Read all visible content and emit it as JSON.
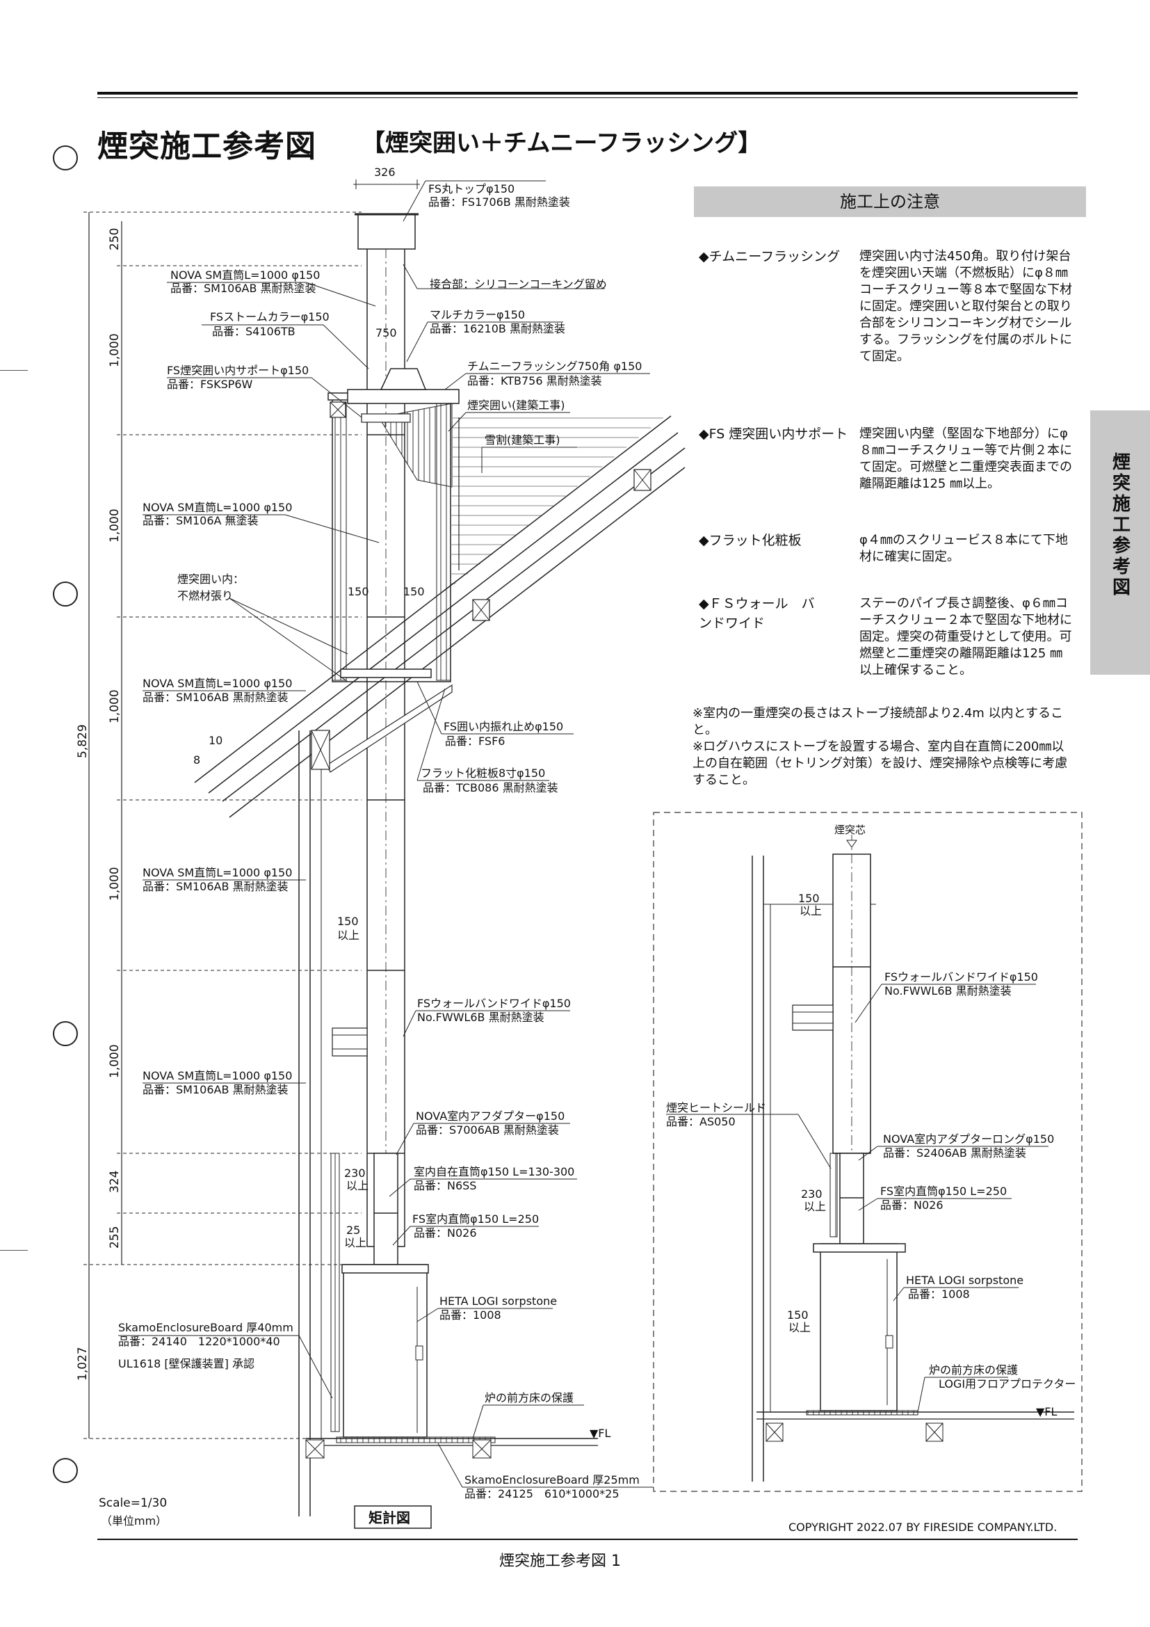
{
  "header": {
    "title": "煙突施工参考図",
    "subtitle": "【煙突囲い＋チムニーフラッシング】"
  },
  "side_tab": "煙突施工参考図",
  "notes": {
    "heading": "施工上の注意",
    "items": [
      {
        "label": "◆チムニーフラッシング",
        "text": "煙突囲い内寸法450角。取り付け架台を煙突囲い天端（不燃板貼）にφ８㎜コーチスクリュー等８本で堅固な下材に固定。煙突囲いと取付架台との取り合部をシリコンコーキング材でシールする。フラッシングを付属のボルトにて固定。"
      },
      {
        "label": "◆FS 煙突囲い内サポート",
        "text": "煙突囲い内壁（堅固な下地部分）にφ８㎜コーチスクリュー等で片側２本にて固定。可燃壁と二重煙突表面までの離隔距離は125 ㎜以上。"
      },
      {
        "label": "◆フラット化粧板",
        "text": "φ４㎜のスクリュービス８本にて下地材に確実に固定。"
      },
      {
        "label": "◆ＦＳウォール　バンドワイド",
        "text": "ステーのパイプ長さ調整後、φ６㎜コーチスクリュー２本で堅固な下地材に固定。煙突の荷重受けとして使用。可燃壁と二重煙突の離隔距離は125 ㎜以上確保すること。"
      }
    ],
    "remarks": [
      "※室内の一重煙突の長さはストーブ接続部より2.4m 以内とすること。",
      "※ログハウスにストーブを設置する場合、室内自在直筒に200㎜以上の自在範囲（セトリング対策）を設け、煙突掃除や点検等に考慮すること。"
    ]
  },
  "main_labels": {
    "dim_top": "326",
    "fs_top": "FS丸トップφ150",
    "fs_top_no": "品番：FS1706B 黒耐熱塗装",
    "joint": "接合部：シリコーンコーキング留め",
    "nova1": "NOVA SM直筒L=1000 φ150",
    "nova1_no": "品番：SM106AB 黒耐熱塗装",
    "storm": "FSストームカラーφ150",
    "storm_no": "品番：S4106TB",
    "multi": "マルチカラーφ150",
    "multi_no": "品番：16210B 黒耐熱塗装",
    "dim750": "750",
    "support": "FS煙突囲い内サポートφ150",
    "support_no": "品番：FSKSP6W",
    "flashing": "チムニーフラッシング750角 φ150",
    "flashing_no": "品番：KTB756 黒耐熱塗装",
    "enclosure": "煙突囲い(建築工事)",
    "snow": "雪割(建築工事)",
    "nova2": "NOVA SM直筒L=1000 φ150",
    "nova2_no": "品番：SM106A 無塗装",
    "inner1": "煙突囲い内：",
    "inner2": "不燃材張り",
    "d150a": "150",
    "d150b": "150",
    "nova3": "NOVA SM直筒L=1000 φ150",
    "nova3_no": "品番：SM106AB 黒耐熱塗装",
    "slope10": "10",
    "slope8": "8",
    "fsf6": "FS囲い内振れ止めφ150",
    "fsf6_no": "品番：FSF6",
    "flat": "フラット化粧板8寸φ150",
    "flat_no": "品番：TCB086 黒耐熱塗装",
    "nova4": "NOVA SM直筒L=1000 φ150",
    "nova4_no": "品番：SM106AB 黒耐熱塗装",
    "c150": "150",
    "c150u": "以上",
    "fwwl": "FSウォールバンドワイドφ150",
    "fwwl_no": "No.FWWL6B 黒耐熱塗装",
    "nova5": "NOVA SM直筒L=1000 φ150",
    "nova5_no": "品番：SM106AB 黒耐熱塗装",
    "adapter": "NOVA室内アフダプターφ150",
    "adapter_no": "品番：S7006AB 黒耐熱塗装",
    "c230": "230",
    "c230u": "以上",
    "free": "室内自在直筒φ150 L=130-300",
    "free_no": "品番：N6SS",
    "c25": "25",
    "c25u": "以上",
    "fs250": "FS室内直筒φ150 L=250",
    "fs250_no": "品番：N026",
    "stove": "HETA LOGI sorpstone",
    "stove_no": "品番：1008",
    "board40": "SkamoEnclosureBoard 厚40mm",
    "board40_no": "品番：24140　1220*1000*40",
    "ul": "UL1618 [壁保護装置] 承認",
    "hearth": "炉の前方床の保護",
    "fl": "▼FL",
    "board25": "SkamoEnclosureBoard 厚25mm",
    "board25_no": "品番：24125　610*1000*25",
    "dims": [
      "250",
      "1,000",
      "1,000",
      "1,000",
      "1,000",
      "1,000",
      "324",
      "255",
      "1,027"
    ],
    "total": "5,829",
    "scale": "Scale=1/30",
    "unit": "（単位mm）",
    "caption": "矩計図"
  },
  "detail_labels": {
    "center": "煙突芯",
    "c150": "150",
    "c150u": "以上",
    "fwwl": "FSウォールバンドワイドφ150",
    "fwwl_no": "No.FWWL6B 黒耐熱塗装",
    "shield": "煙突ヒートシールド",
    "shield_no": "品番：AS050",
    "adapter": "NOVA室内アダプターロングφ150",
    "adapter_no": "品番：S2406AB 黒耐熱塗装",
    "c230": "230",
    "c230u": "以上",
    "fs250": "FS室内直筒φ150 L=250",
    "fs250_no": "品番：N026",
    "stove": "HETA LOGI sorpstone",
    "stove_no": "品番：1008",
    "s150": "150",
    "s150u": "以上",
    "hearth": "炉の前方床の保護",
    "hearth2": "LOGI用フロアプロテクター",
    "fl": "▼FL"
  },
  "footer": {
    "copyright": "COPYRIGHT 2022.07  BY FIRESIDE COMPANY.LTD.",
    "page": "煙突施工参考図  1"
  }
}
